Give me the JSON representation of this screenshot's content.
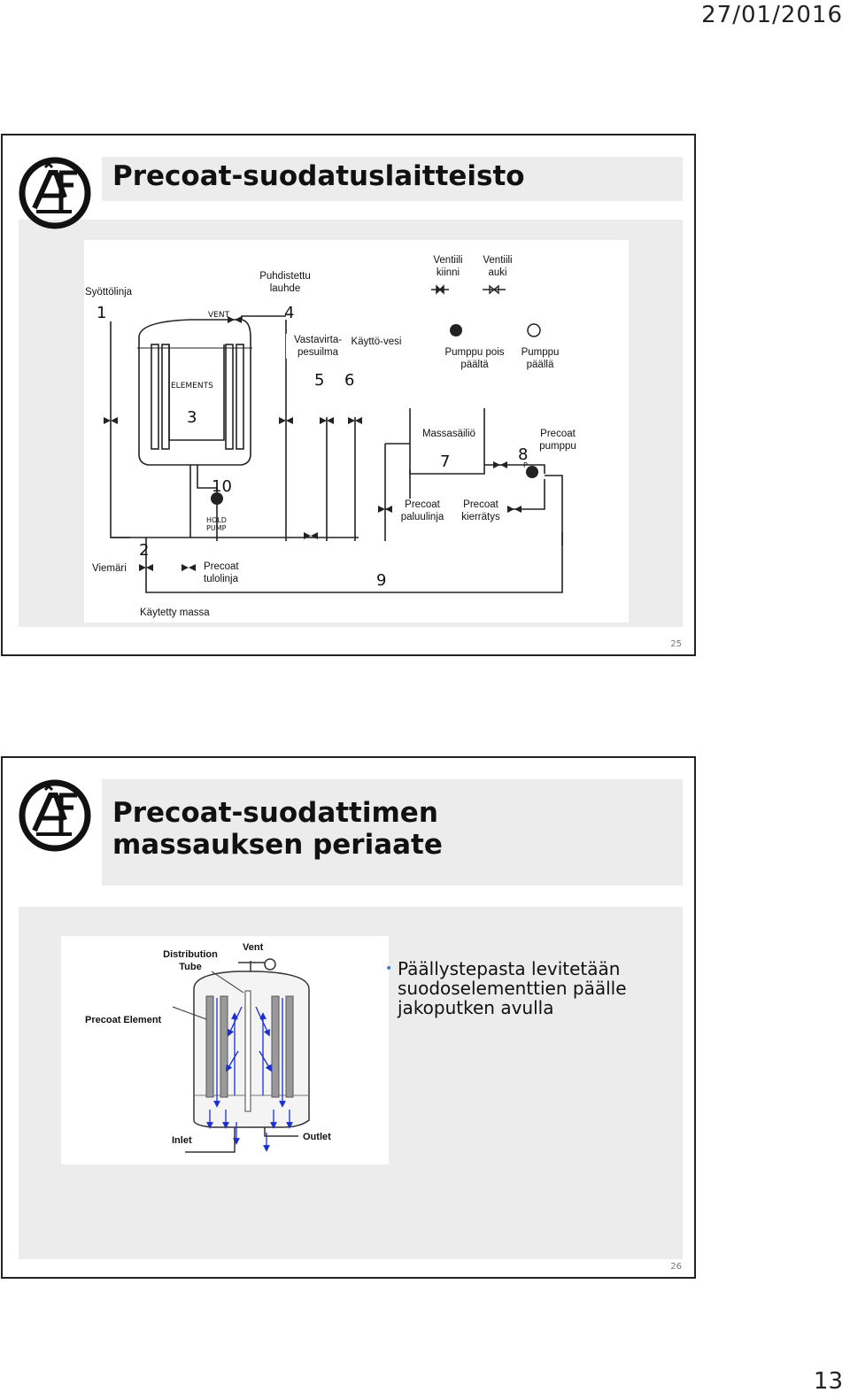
{
  "header": {
    "date": "27/01/2016"
  },
  "footer": {
    "page": "13"
  },
  "slide1": {
    "title": "Precoat-suodatuslaitteisto",
    "number": "25",
    "labels": {
      "syottolinja": "Syöttölinja",
      "puhdistettu": "Puhdistettu lauhde",
      "ventiili_kiinni": "Ventiili kiinni",
      "ventiili_auki": "Ventiili auki",
      "vastavirta": "Vastavirta-pesuilma",
      "kaytto": "Käyttö-vesi",
      "pumppu_pois": "Pumppu pois päältä",
      "pumppu_paalla": "Pumppu päällä",
      "massasailio": "Massasäiliö",
      "precoat_pumppu": "Precoat pumppu",
      "precoat_paluulinja": "Precoat paluulinja",
      "precoat_kierratys": "Precoat kierrätys",
      "viemari": "Viemäri",
      "precoat_tulolinja": "Precoat tulolinja",
      "kaytetty_massa": "Käytetty  massa"
    },
    "hand": {
      "n1": "1",
      "n2": "2",
      "n3": "3",
      "n4": "4",
      "n5": "5",
      "n6": "6",
      "n7": "7",
      "n8": "8",
      "n9": "9",
      "n10": "10",
      "vent": "VENT",
      "elements": "ELEMENTS",
      "hold_pump": "HOLD PUMP",
      "p": "P"
    }
  },
  "slide2": {
    "title_line1": "Precoat-suodattimen",
    "title_line2": "massauksen periaate",
    "number": "26",
    "diagram": {
      "distribution_tube": "Distribution Tube",
      "vent": "Vent",
      "precoat_element": "Precoat Element",
      "inlet": "Inlet",
      "outlet": "Outlet"
    },
    "bullet": "Päällystepasta levitetään suodoselementtien päälle jakoputken avulla"
  },
  "colors": {
    "bullet_dot": "#3a7bd5",
    "arrow_blue": "#1a2fd0",
    "element_grey": "#9a9a9a"
  }
}
